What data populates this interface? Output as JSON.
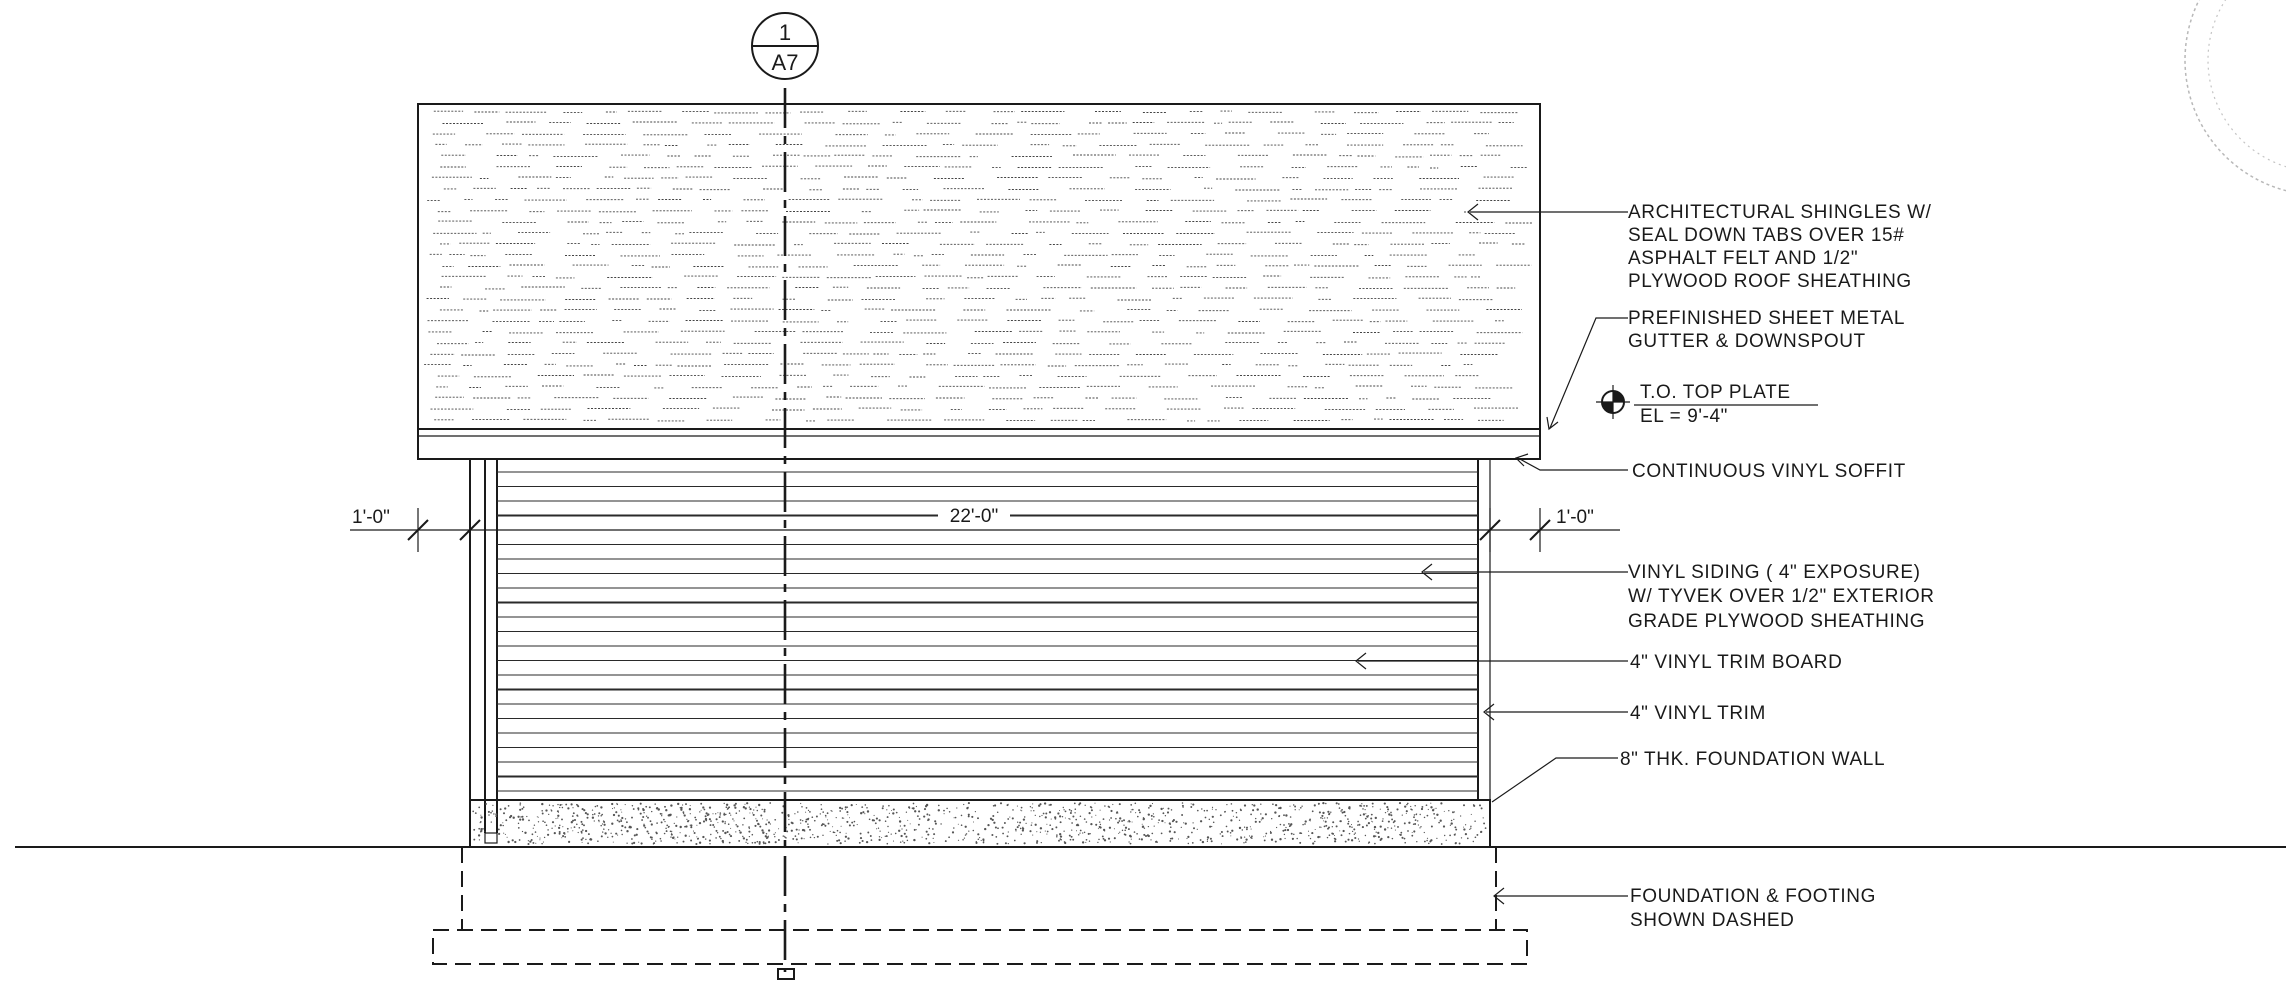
{
  "section_marker": {
    "number": "1",
    "sheet": "A7"
  },
  "notes": {
    "roofing_lines": [
      "ARCHITECTURAL SHINGLES W/",
      "SEAL DOWN TABS OVER 15#",
      "ASPHALT FELT AND 1/2\"",
      "PLYWOOD ROOF SHEATHING"
    ],
    "gutter_lines": [
      "PREFINISHED SHEET METAL",
      "GUTTER & DOWNSPOUT"
    ],
    "top_plate": {
      "label": "T.O. TOP PLATE",
      "elevation": "EL = 9'-4\""
    },
    "soffit": "CONTINUOUS VINYL SOFFIT",
    "siding_lines": [
      "VINYL SIDING ( 4\" EXPOSURE)",
      "W/ TYVEK OVER 1/2\" EXTERIOR",
      "GRADE PLYWOOD SHEATHING"
    ],
    "trim_board": "4\" VINYL TRIM BOARD",
    "trim": "4\" VINYL TRIM",
    "foundation_wall": "8\" THK. FOUNDATION WALL",
    "footing_lines": [
      "FOUNDATION & FOOTING",
      "SHOWN DASHED"
    ]
  },
  "dimensions": {
    "left_overhang": "1'-0\"",
    "overall_width": "22'-0\"",
    "right_overhang": "1'-0\""
  }
}
